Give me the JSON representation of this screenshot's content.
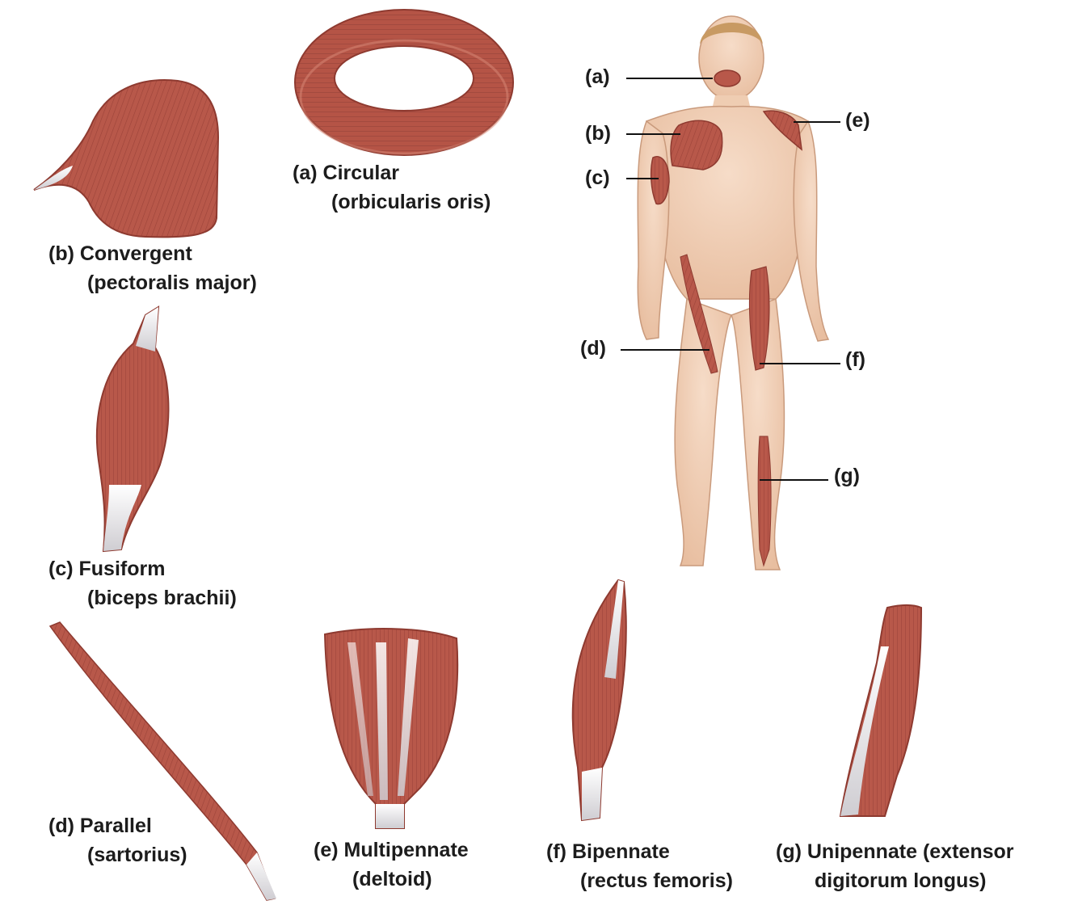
{
  "colors": {
    "muscle": "#b8584a",
    "muscle_dark": "#8e3a30",
    "muscle_light": "#d98a78",
    "tendon": "#e6e4e6",
    "skin": "#f1d3bd",
    "skin_shade": "#ddb294",
    "hair": "#c89a63",
    "leader_line": "#111111"
  },
  "figure_labels": [
    {
      "id": "a",
      "text": "(a)"
    },
    {
      "id": "b",
      "text": "(b)"
    },
    {
      "id": "c",
      "text": "(c)"
    },
    {
      "id": "d",
      "text": "(d)"
    },
    {
      "id": "e",
      "text": "(e)"
    },
    {
      "id": "f",
      "text": "(f)"
    },
    {
      "id": "g",
      "text": "(g)"
    }
  ],
  "captions": {
    "a": {
      "tag": "(a)",
      "type": "Circular",
      "muscle": "(orbicularis oris)"
    },
    "b": {
      "tag": "(b)",
      "type": "Convergent",
      "muscle": "(pectoralis major)"
    },
    "c": {
      "tag": "(c)",
      "type": "Fusiform",
      "muscle": "(biceps brachii)"
    },
    "d": {
      "tag": "(d)",
      "type": "Parallel",
      "muscle": "(sartorius)"
    },
    "e": {
      "tag": "(e)",
      "type": "Multipennate",
      "muscle": "(deltoid)"
    },
    "f": {
      "tag": "(f)",
      "type": "Bipennate",
      "muscle": "(rectus femoris)"
    },
    "g": {
      "tag": "(g)",
      "type": "Unipennate",
      "muscle_line1": "(extensor",
      "muscle_line2": "digitorum longus)"
    }
  }
}
